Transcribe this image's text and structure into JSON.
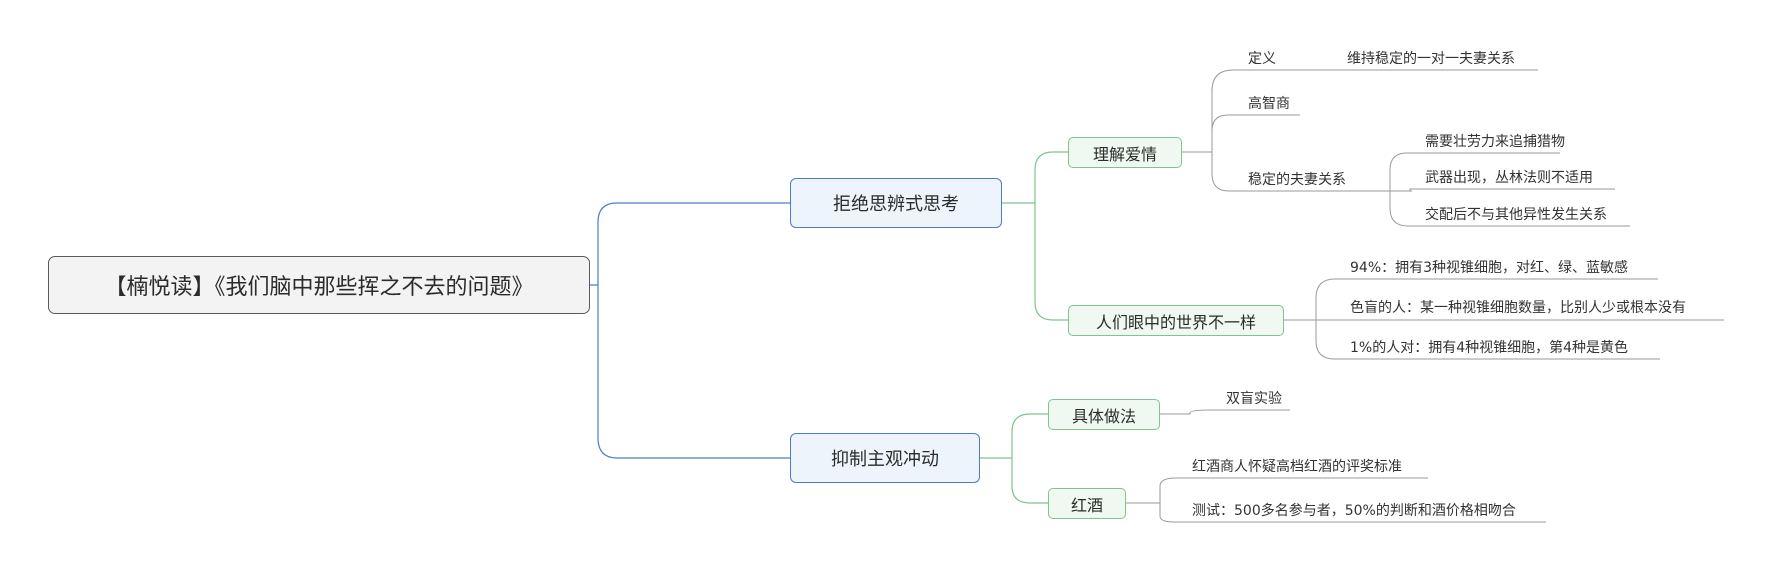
{
  "root": {
    "title": "【楠悦读】《我们脑中那些挥之不去的问题》"
  },
  "branches": {
    "b1": {
      "label": "拒绝思辨式思考",
      "sub1": {
        "label": "理解爱情",
        "definition": {
          "label": "定义",
          "detail": "维持稳定的一对一夫妻关系"
        },
        "high_iq": "高智商",
        "stable": {
          "label": "稳定的夫妻关系",
          "items": [
            "需要壮劳力来追捕猎物",
            "武器出现，丛林法则不适用",
            "交配后不与其他异性发生关系"
          ]
        }
      },
      "sub2": {
        "label": "人们眼中的世界不一样",
        "items": [
          "94%：拥有3种视锥细胞，对红、绿、蓝敏感",
          "色盲的人：某一种视锥细胞数量，比别人少或根本没有",
          "1%的人对：拥有4种视锥细胞，第4种是黄色"
        ]
      }
    },
    "b2": {
      "label": "抑制主观冲动",
      "sub1": {
        "label": "具体做法",
        "items": [
          "双盲实验"
        ]
      },
      "sub2": {
        "label": "红酒",
        "items": [
          "红酒商人怀疑高档红酒的评奖标准",
          "测试：500多名参与者，50%的判断和酒价格相吻合"
        ]
      }
    }
  },
  "colors": {
    "root_border": "#5a5a5a",
    "main_border": "#4a7ec6",
    "main_fill": "#eef4fc",
    "sub_border": "#7fc48c",
    "sub_fill": "#eff8f1",
    "leaf_line": "#9a9a9a"
  }
}
